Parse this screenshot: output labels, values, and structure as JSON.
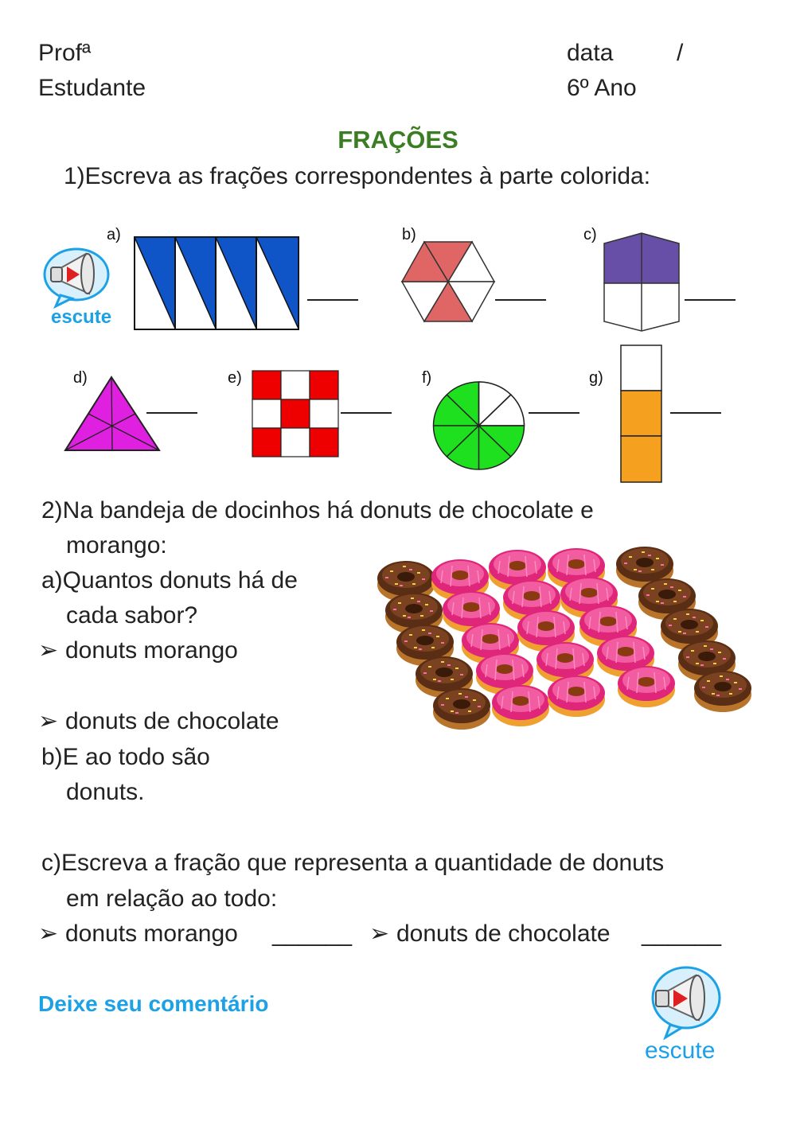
{
  "header": {
    "teacher_label": "Profª",
    "date_label": "data",
    "date_sep": "/",
    "student_label": "Estudante",
    "grade_label": "6º Ano"
  },
  "title": "FRAÇÕES",
  "q1": {
    "prompt": "1)Escreva as frações correspondentes à parte colorida:",
    "labels": [
      "a)",
      "b)",
      "c)",
      "d)",
      "e)",
      "f)",
      "g)"
    ]
  },
  "listen_button": {
    "label": "escute"
  },
  "q2": {
    "line1": "2)Na bandeja de docinhos há donuts de chocolate e",
    "line2": "morango:",
    "a_line1": "a)Quantos donuts há de",
    "a_line2": "cada sabor?",
    "bullet": "➢",
    "strawberry": "donuts morango",
    "chocolate": "donuts de chocolate",
    "b_line1": "b)E ao todo são",
    "b_line2": "donuts.",
    "c_line1": "c)Escreva a fração que representa a quantidade de donuts",
    "c_line2": "em relação ao todo:",
    "c_strawberry": "donuts morango",
    "c_blank1": "______",
    "c_chocolate": "donuts de chocolate",
    "c_blank2": "______"
  },
  "footer": {
    "comment_link": "Deixe seu comentário",
    "listen_label": "escute"
  },
  "colors": {
    "title_green": "#3a7d22",
    "link_blue": "#1da1e6",
    "fig_a_blue": "#0f55c8",
    "fig_b_red": "#e06666",
    "fig_c_purple": "#674ea7",
    "fig_d_magenta": "#e020e0",
    "fig_e_red": "#ee0000",
    "fig_f_green": "#1ee01e",
    "fig_g_orange": "#f5a01e"
  },
  "donuts": {
    "strawberry_icon": "strawberry-donut-icon",
    "chocolate_icon": "chocolate-donut-icon"
  }
}
